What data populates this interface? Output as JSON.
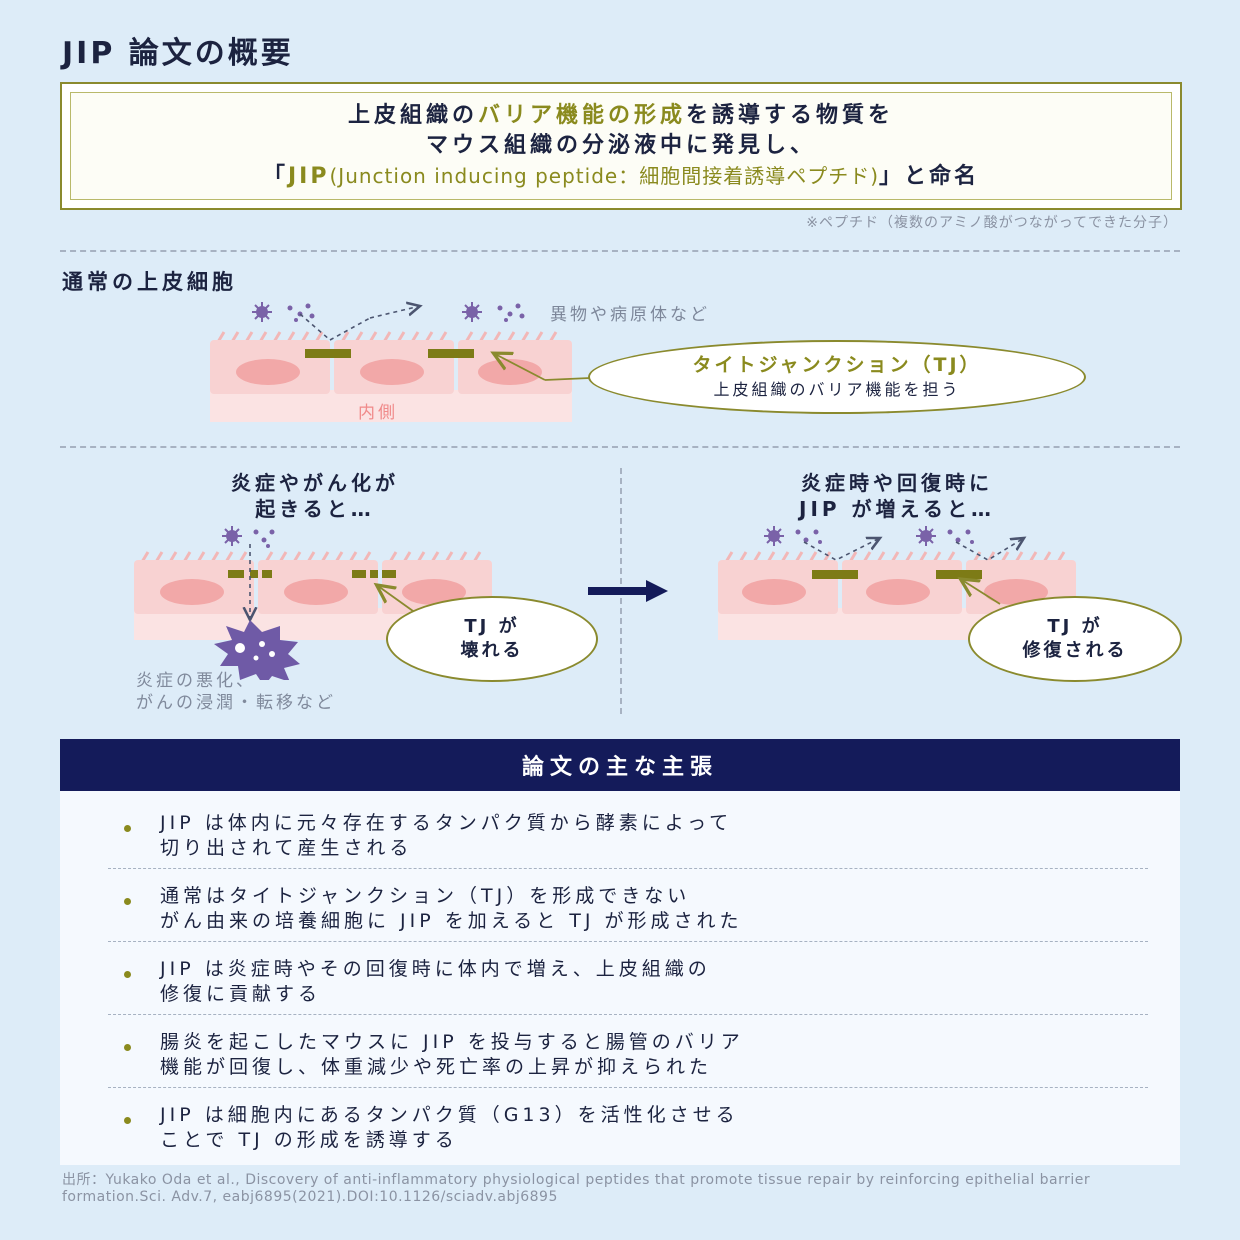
{
  "title": "JIP 論文の概要",
  "summary": {
    "line1_pre": "上皮組織の",
    "line1_highlight": "バリア機能の形成",
    "line1_post": "を誘導する物質を",
    "line2": "マウス組織の分泌液中に発見し、",
    "line3_open": "「",
    "line3_jip": "JIP",
    "line3_paren": "(Junction inducing peptide：細胞間接着誘導ペプチド)",
    "line3_close": "」と命名"
  },
  "note": "※ペプチド（複数のアミノ酸がつながってできた分子）",
  "normal": {
    "heading": "通常の上皮細胞",
    "foreign_label": "異物や病原体など",
    "inner_label": "内側",
    "tj_title": "タイトジャンクション（TJ）",
    "tj_sub": "上皮組織のバリア機能を担う"
  },
  "inflamed": {
    "heading_line1": "炎症やがん化が",
    "heading_line2": "起きると…",
    "tj_line1": "TJ が",
    "tj_line2": "壊れる",
    "result_line1": "炎症の悪化、",
    "result_line2": "がんの浸潤・転移など"
  },
  "recovery": {
    "heading_line1": "炎症時や回復時に",
    "heading_line2": "JIP が増えると…",
    "tj_line1": "TJ が",
    "tj_line2": "修復される"
  },
  "claims": {
    "heading": "論文の主な主張",
    "items": [
      "JIP は体内に元々存在するタンパク質から酵素によって\n切り出されて産生される",
      "通常はタイトジャンクション（TJ）を形成できない\nがん由来の培養細胞に JIP を加えると TJ が形成された",
      "JIP は炎症時やその回復時に体内で増え、上皮組織の\n修復に貢献する",
      "腸炎を起こしたマウスに JIP を投与すると腸管のバリア\n機能が回復し、体重減少や死亡率の上昇が抑えられた",
      "JIP は細胞内にあるタンパク質（G13）を活性化させる\nことで TJ の形成を誘導する"
    ]
  },
  "source": "出所：Yukako Oda et al., Discovery of anti-inflammatory physiological peptides that promote tissue repair by reinforcing epithelial barrier formation.Sci. Adv.7, eabj6895(2021).DOI:10.1126/sciadv.abj6895",
  "colors": {
    "background": "#ddecf8",
    "navy": "#141b5a",
    "olive": "#8a8a2e",
    "cell": "#f8d2d2",
    "cell_nucleus": "#f2a8a8",
    "pathogen": "#7a62a8"
  }
}
